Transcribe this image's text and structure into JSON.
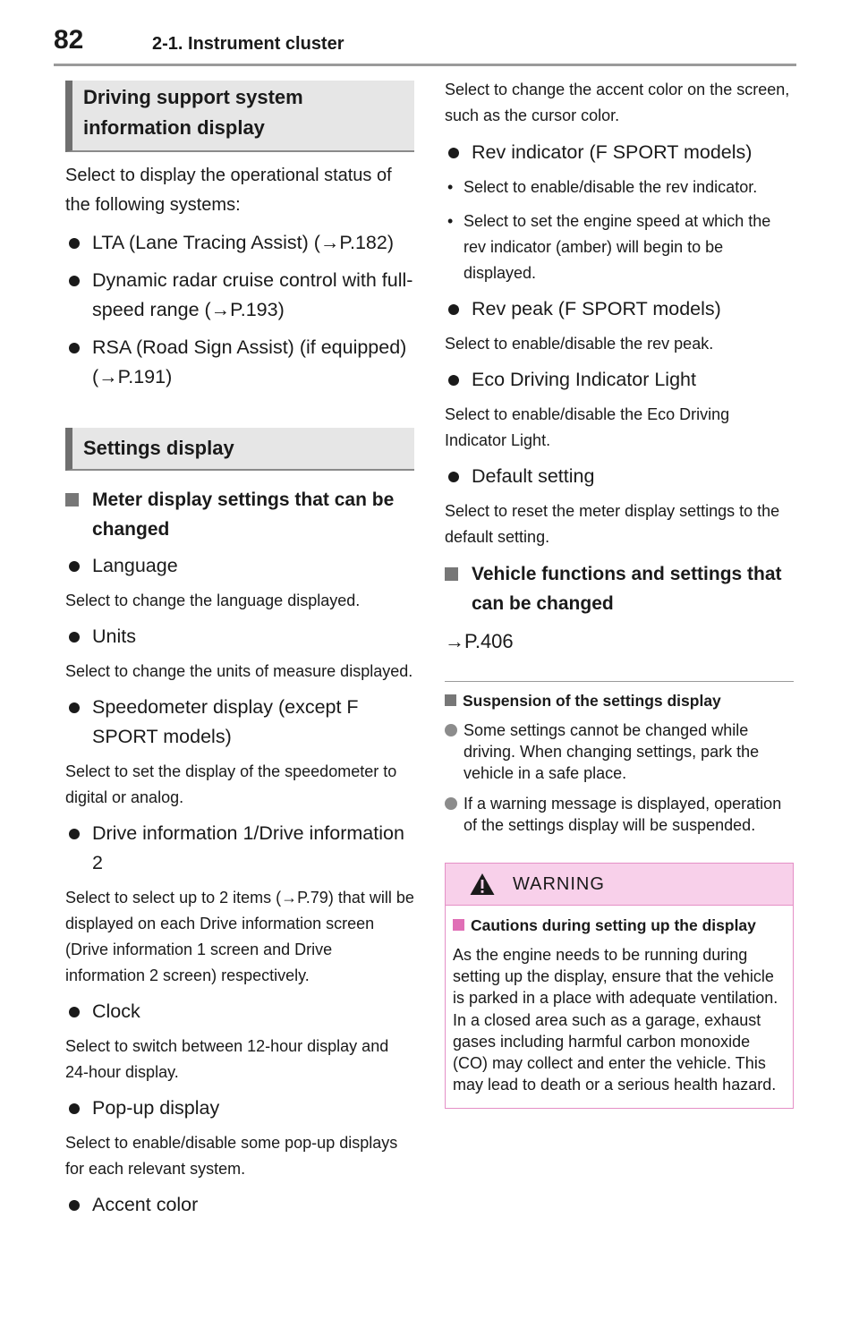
{
  "header": {
    "page_number": "82",
    "section": "2-1. Instrument cluster"
  },
  "left": {
    "heading1": "Driving support system information display",
    "intro": "Select to display the operational status of the following systems:",
    "systems": [
      "LTA (Lane Tracing Assist) (→P.182)",
      "Dynamic radar cruise control with full-speed range (→P.193)",
      "RSA (Road Sign Assist) (if equipped) (→P.191)"
    ],
    "heading2": "Settings display",
    "sub_heading": "Meter display settings that can be changed",
    "settings": [
      {
        "name": "Language",
        "desc": "Select to change the language displayed."
      },
      {
        "name": "Units",
        "desc": "Select to change the units of measure displayed."
      },
      {
        "name": "Speedometer display (except F SPORT models)",
        "desc": "Select to set the display of the speedometer to digital or analog."
      },
      {
        "name": "Drive information 1/Drive information 2",
        "desc": "Select to select up to 2 items (→P.79) that will be displayed on each Drive information screen (Drive information 1 screen and Drive information 2 screen) respectively."
      },
      {
        "name": "Clock",
        "desc": "Select to switch between 12-hour display and 24-hour display."
      },
      {
        "name": "Pop-up display",
        "desc": "Select to enable/disable some pop-up displays for each relevant system."
      },
      {
        "name": "Accent color"
      }
    ]
  },
  "right": {
    "accent_desc": "Select to change the accent color on the screen, such as the cursor color.",
    "rev_indicator": {
      "name": "Rev indicator (F SPORT models)",
      "subs": [
        "Select to enable/disable the rev indicator.",
        "Select to set the engine speed at which the rev indicator (amber) will begin to be displayed."
      ]
    },
    "settings": [
      {
        "name": "Rev peak (F SPORT models)",
        "desc": "Select to enable/disable the rev peak."
      },
      {
        "name": "Eco Driving Indicator Light",
        "desc": "Select to enable/disable the Eco Driving Indicator Light."
      },
      {
        "name": "Default setting",
        "desc": "Select to reset the meter display settings to the default setting."
      }
    ],
    "vehicle_heading": "Vehicle functions and settings that can be changed",
    "vehicle_ref": "→P.406",
    "note": {
      "title": "Suspension of the settings display",
      "items": [
        "Some settings cannot be changed while driving. When changing settings, park the vehicle in a safe place.",
        "If a warning message is displayed, operation of the settings display will be suspended."
      ]
    },
    "warning": {
      "title": "WARNING",
      "sub_title": "Cautions during setting up the display",
      "text": "As the engine needs to be running during setting up the display, ensure that the vehicle is parked in a place with adequate ventilation. In a closed area such as a garage, exhaust gases including harmful carbon monoxide (CO) may collect and enter the vehicle. This may lead to death or a serious health hazard."
    }
  },
  "colors": {
    "warning_bg": "#f8d0ea",
    "warning_border": "#e48fc6",
    "heading_bg": "#e6e6e6"
  }
}
